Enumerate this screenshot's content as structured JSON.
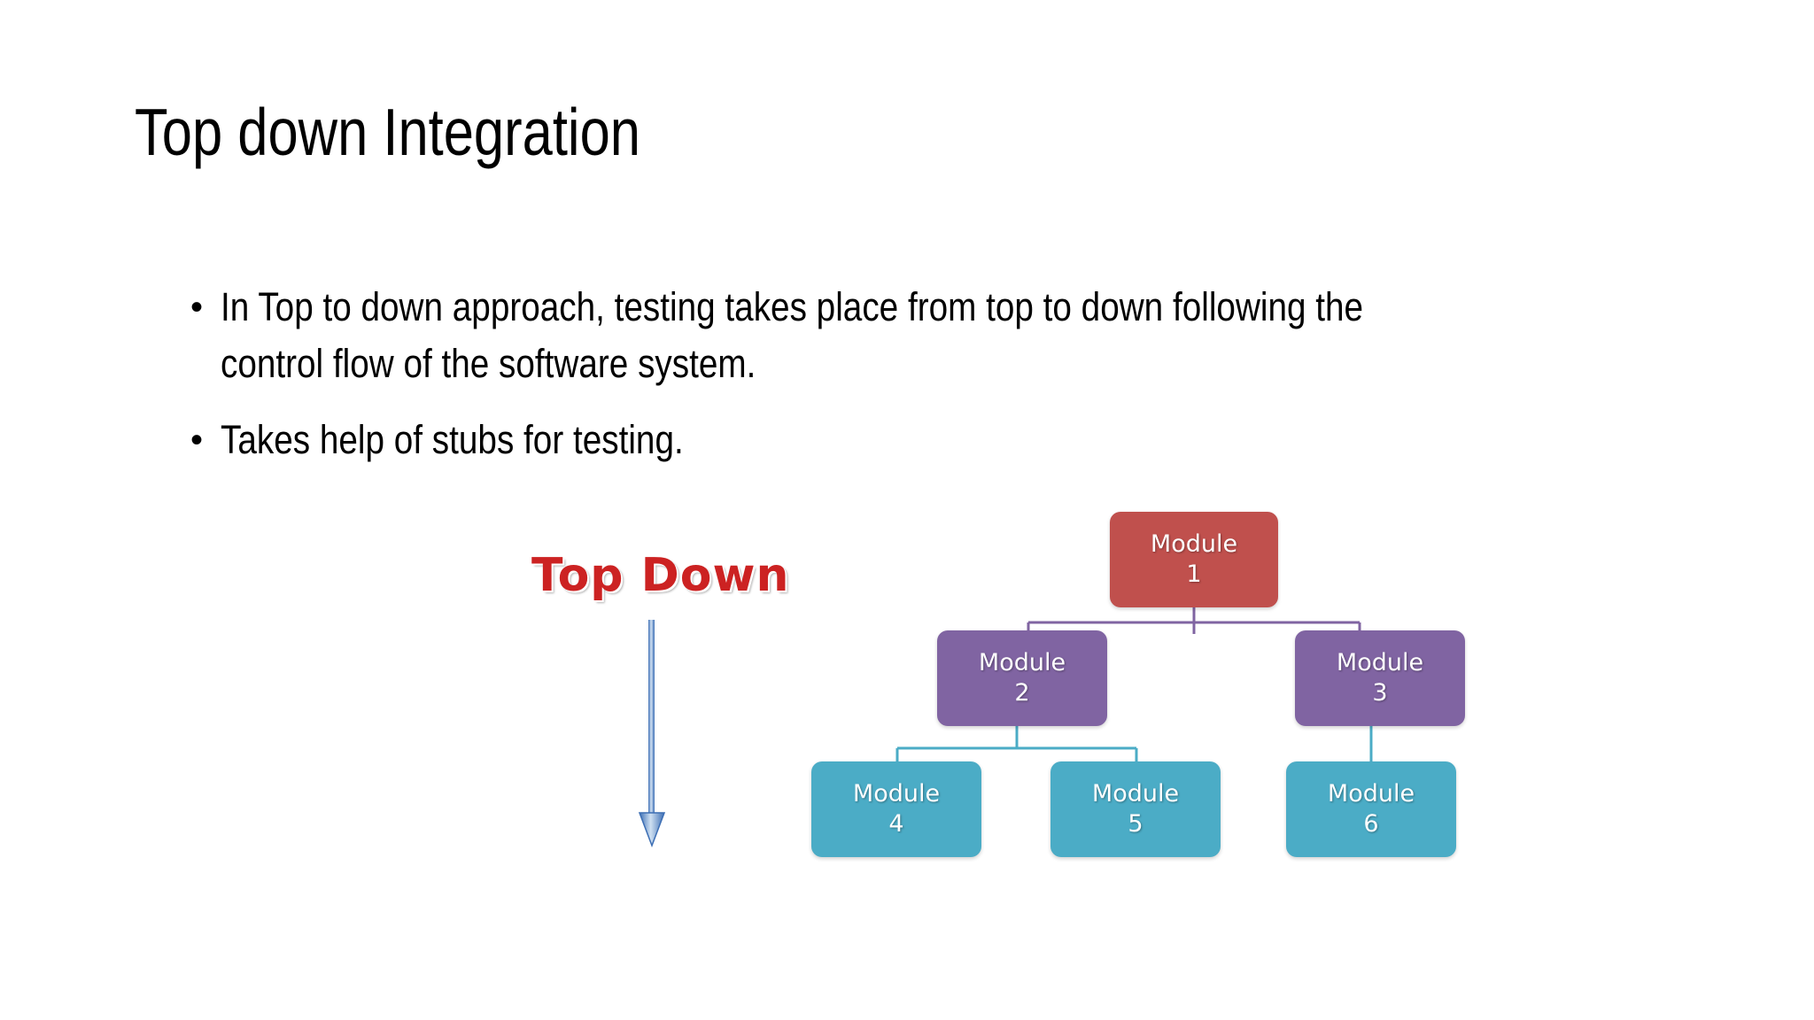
{
  "slide": {
    "title": "Top down Integration",
    "background_color": "#ffffff",
    "bullets": [
      {
        "marker": "•",
        "text": "In Top to down approach, testing takes place from top to down following the control flow of the software system."
      },
      {
        "marker": "•",
        "text": "Takes help of stubs for testing."
      }
    ]
  },
  "diagram": {
    "caption": "Top Down",
    "caption_color": "#cc2222",
    "arrow_color": "#3c6eb4",
    "arrow_name": "down-arrow",
    "colors": {
      "level1": "#c0504d",
      "level2": "#8064a2",
      "level3": "#4bacc6",
      "connector_level1": "#8064a2",
      "connector_level2": "#4bacc6"
    },
    "nodes": [
      {
        "id": "m1",
        "name": "Module",
        "number": "1",
        "level": 1,
        "color": "#c0504d"
      },
      {
        "id": "m2",
        "name": "Module",
        "number": "2",
        "level": 2,
        "color": "#8064a2"
      },
      {
        "id": "m3",
        "name": "Module",
        "number": "3",
        "level": 2,
        "color": "#8064a2"
      },
      {
        "id": "m4",
        "name": "Module",
        "number": "4",
        "level": 3,
        "color": "#4bacc6"
      },
      {
        "id": "m5",
        "name": "Module",
        "number": "5",
        "level": 3,
        "color": "#4bacc6"
      },
      {
        "id": "m6",
        "name": "Module",
        "number": "6",
        "level": 3,
        "color": "#4bacc6"
      }
    ],
    "edges": [
      {
        "from": "m1",
        "to": "m2"
      },
      {
        "from": "m1",
        "to": "m3"
      },
      {
        "from": "m2",
        "to": "m4"
      },
      {
        "from": "m2",
        "to": "m5"
      },
      {
        "from": "m3",
        "to": "m6"
      }
    ]
  }
}
